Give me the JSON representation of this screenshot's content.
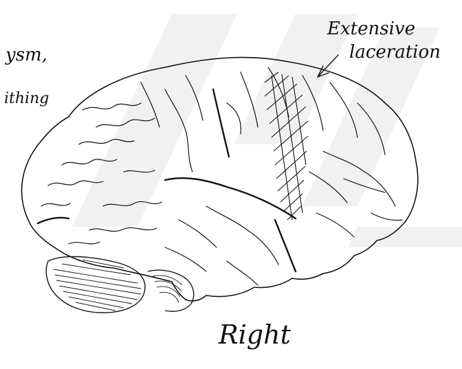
{
  "annotations": {
    "top_left_line1": "ysm,",
    "top_left_line2": "ithing",
    "top_right_line1": "Extensive",
    "top_right_line2": "laceration",
    "bottom_label": "Right"
  },
  "colors": {
    "ink": "#111111",
    "watermark": "#f1f1f1",
    "background": "#ffffff"
  }
}
